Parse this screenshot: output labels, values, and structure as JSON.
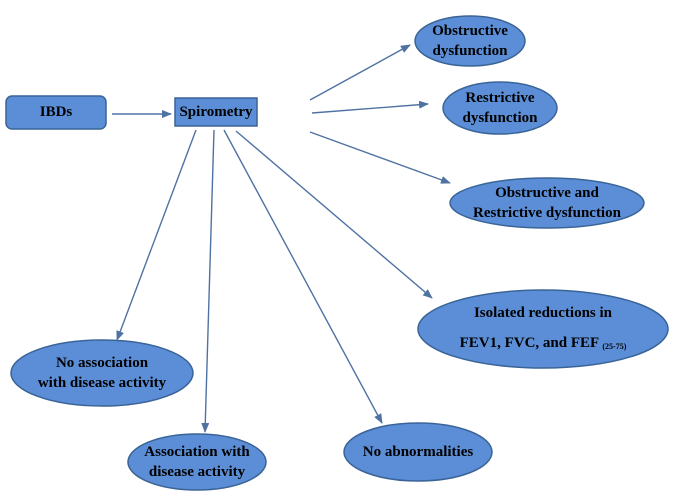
{
  "colors": {
    "fill": "#5b8ed6",
    "stroke": "#3a6497",
    "arrow": "#4f72a3",
    "text": "#000000"
  },
  "nodes": {
    "ibds": {
      "label": "IBDs"
    },
    "spirometry": {
      "label": "Spirometry"
    },
    "obstructive": {
      "line1": "Obstructive",
      "line2": "dysfunction"
    },
    "restrictive": {
      "line1": "Restrictive",
      "line2": "dysfunction"
    },
    "both": {
      "line1": "Obstructive and",
      "line2": "Restrictive dysfunction"
    },
    "isolated": {
      "line1": "Isolated reductions in",
      "line2": "FEV1, FVC, and FEF",
      "line2_sub": "(25-75)"
    },
    "no_association": {
      "line1": "No association",
      "line2": "with disease activity"
    },
    "association": {
      "line1": "Association with",
      "line2": "disease activity"
    },
    "no_abnormalities": {
      "label": "No abnormalities"
    }
  }
}
